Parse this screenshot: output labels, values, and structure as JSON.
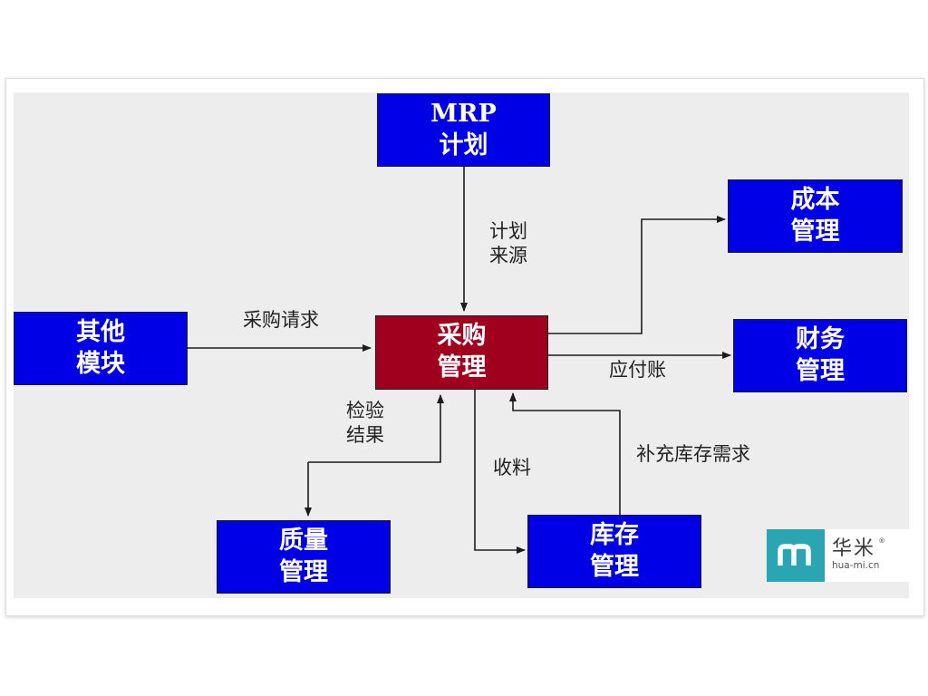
{
  "nodes": {
    "mrp": {
      "line1": "MRP",
      "line2": "计划"
    },
    "cost": {
      "line1": "成本",
      "line2": "管理"
    },
    "other": {
      "line1": "其他",
      "line2": "模块"
    },
    "purchase": {
      "line1": "采购",
      "line2": "管理"
    },
    "finance": {
      "line1": "财务",
      "line2": "管理"
    },
    "quality": {
      "line1": "质量",
      "line2": "管理"
    },
    "inventory": {
      "line1": "库存",
      "line2": "管理"
    }
  },
  "edges": {
    "plan_source": {
      "line1": "计划",
      "line2": "来源"
    },
    "purchase_request": "采购请求",
    "payable": "应付账",
    "inspection_result": {
      "line1": "检验",
      "line2": "结果"
    },
    "receiving": "收料",
    "replenish_demand": "补充库存需求"
  },
  "watermark": {
    "brand_cn": "华米",
    "registered": "®",
    "url": "hua-mi.cn"
  },
  "colors": {
    "module_box": "#0000e6",
    "purchase_box": "#a0001e",
    "canvas": "#ededed",
    "connector": "#1c1c1c",
    "logo_accent": "#2aa6b2"
  }
}
